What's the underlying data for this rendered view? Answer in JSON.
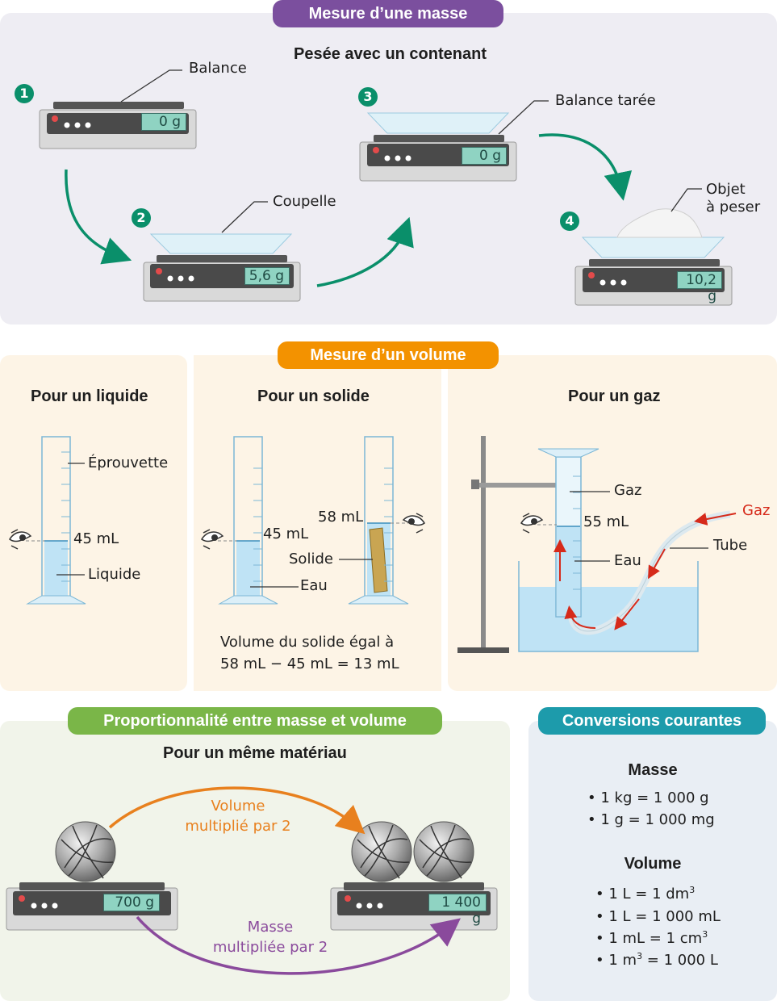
{
  "mass_section": {
    "banner": "Mesure d’une masse",
    "subtitle": "Pesée avec un contenant",
    "steps": [
      "1",
      "2",
      "3",
      "4"
    ],
    "labels": {
      "balance": "Balance",
      "coupelle": "Coupelle",
      "balance_taree": "Balance tarée",
      "objet_line1": "Objet",
      "objet_line2": "à peser"
    },
    "readings": [
      "0 g",
      "5,6 g",
      "0 g",
      "10,2 g"
    ]
  },
  "volume_section": {
    "banner": "Mesure d’un volume",
    "liquid": {
      "title": "Pour un liquide",
      "eprouvette": "Éprouvette",
      "reading": "45 mL",
      "liquide": "Liquide"
    },
    "solid": {
      "title": "Pour un solide",
      "reading_before": "45 mL",
      "reading_after": "58 mL",
      "solide": "Solide",
      "eau": "Eau",
      "result_line1": "Volume du solide égal à",
      "result_line2": "58 mL − 45 mL = 13 mL"
    },
    "gas": {
      "title": "Pour un gaz",
      "gaz_inside": "Gaz",
      "reading": "55 mL",
      "eau": "Eau",
      "gaz_in": "Gaz",
      "tube": "Tube"
    }
  },
  "proportion_section": {
    "banner": "Proportionnalité entre masse et volume",
    "subtitle": "Pour un même matériau",
    "top_line1": "Volume",
    "top_line2": "multiplié par 2",
    "bottom_line1": "Masse",
    "bottom_line2": "multipliée par 2",
    "readings": [
      "700 g",
      "1 400 g"
    ]
  },
  "conversions_section": {
    "banner": "Conversions courantes",
    "masse_title": "Masse",
    "masse_items": [
      "1 kg = 1 000 g",
      "1 g = 1 000 mg"
    ],
    "volume_title": "Volume",
    "volume_items": [
      {
        "text": "1 L = 1 dm",
        "sup": "3",
        "tail": ""
      },
      {
        "text": "1 L = 1 000 mL",
        "sup": "",
        "tail": ""
      },
      {
        "text": "1 mL = 1 cm",
        "sup": "3",
        "tail": ""
      },
      {
        "text": "1 m",
        "sup": "3",
        "tail": " = 1 000 L"
      }
    ]
  },
  "colors": {
    "mass_banner": "#7b4f9e",
    "volume_banner": "#f39200",
    "proportion_banner": "#7ab648",
    "conversion_banner": "#1d9bab",
    "step_green": "#0a8f6a",
    "arrow_orange": "#e8801e",
    "arrow_purple": "#8a4a9c",
    "gas_red": "#d62a1a"
  }
}
